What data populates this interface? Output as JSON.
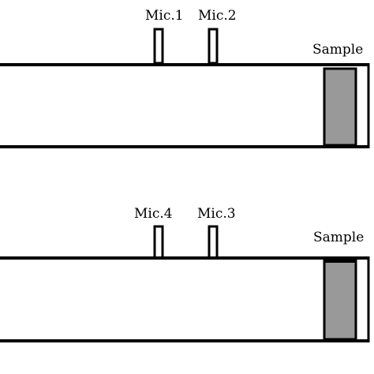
{
  "top_tube": {
    "mic_left_label": "Mic.1",
    "mic_right_label": "Mic.2",
    "sample_label": "Sample"
  },
  "bottom_tube": {
    "mic_left_label": "Mic.4",
    "mic_right_label": "Mic.3",
    "sample_label": "Sample"
  },
  "colors": {
    "line": "#000000",
    "sample_fill": "#999999",
    "background": "#ffffff"
  }
}
